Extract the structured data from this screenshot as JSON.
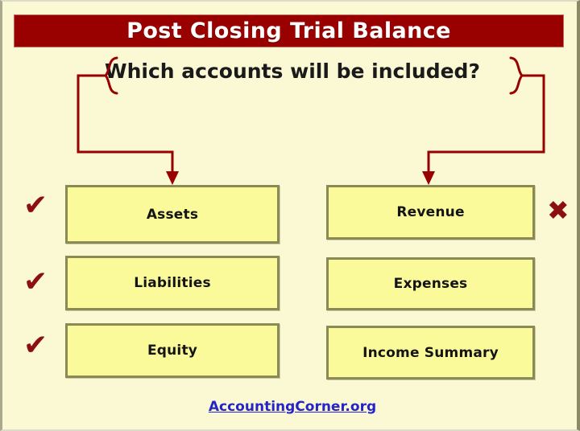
{
  "slide": {
    "title": "Post Closing Trial Balance",
    "question": "Which accounts will be included?",
    "footer_link": "AccountingCorner.org"
  },
  "colors": {
    "background": "#fbf8d4",
    "title_bar": "#990000",
    "title_text": "#ffffff",
    "box_fill": "#fbfa9a",
    "box_border": "#8a8a55",
    "connector": "#990000",
    "check_mark": "#8c0f12",
    "x_mark": "#8c0f12",
    "link": "#2424c8"
  },
  "columns": {
    "included": {
      "mark": "check",
      "mark_glyph": "✔",
      "boxes": [
        {
          "label": "Assets"
        },
        {
          "label": "Liabilities"
        },
        {
          "label": "Equity"
        }
      ]
    },
    "excluded": {
      "mark": "cross",
      "mark_glyph": "✖",
      "boxes": [
        {
          "label": "Revenue"
        },
        {
          "label": "Expenses"
        },
        {
          "label": "Income Summary"
        }
      ]
    }
  }
}
